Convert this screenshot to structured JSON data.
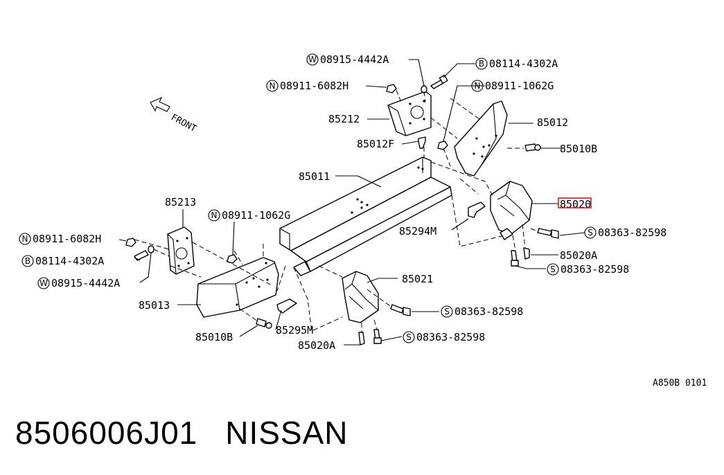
{
  "diagram": {
    "front_label": "FRONT",
    "reference_code": "A850B 0101",
    "highlight_color": "#e3141b",
    "callouts": [
      {
        "id": "w1",
        "prefix": "W",
        "text": "08915-4442A"
      },
      {
        "id": "b1",
        "prefix": "B",
        "text": "08114-4302A"
      },
      {
        "id": "n1",
        "prefix": "N",
        "text": "08911-6082H"
      },
      {
        "id": "n2",
        "prefix": "N",
        "text": "08911-1062G"
      },
      {
        "id": "p85212",
        "prefix": "",
        "text": "85212"
      },
      {
        "id": "p85012",
        "prefix": "",
        "text": "85012"
      },
      {
        "id": "p85012f",
        "prefix": "",
        "text": "85012F"
      },
      {
        "id": "p85010b_r",
        "prefix": "",
        "text": "85010B"
      },
      {
        "id": "p85011",
        "prefix": "",
        "text": "85011"
      },
      {
        "id": "p85020",
        "prefix": "",
        "text": "85020",
        "highlighted": true
      },
      {
        "id": "p85213",
        "prefix": "",
        "text": "85213"
      },
      {
        "id": "n3",
        "prefix": "N",
        "text": "08911-1062G"
      },
      {
        "id": "s1",
        "prefix": "S",
        "text": "08363-82598"
      },
      {
        "id": "p85294m",
        "prefix": "",
        "text": "85294M"
      },
      {
        "id": "n4",
        "prefix": "N",
        "text": "08911-6082H"
      },
      {
        "id": "p85020a_r",
        "prefix": "",
        "text": "85020A"
      },
      {
        "id": "b2",
        "prefix": "B",
        "text": "08114-4302A"
      },
      {
        "id": "s2",
        "prefix": "S",
        "text": "08363-82598"
      },
      {
        "id": "w2",
        "prefix": "W",
        "text": "08915-4442A"
      },
      {
        "id": "p85021",
        "prefix": "",
        "text": "85021"
      },
      {
        "id": "p85013",
        "prefix": "",
        "text": "85013"
      },
      {
        "id": "s3",
        "prefix": "S",
        "text": "08363-82598"
      },
      {
        "id": "p85295m",
        "prefix": "",
        "text": "85295M"
      },
      {
        "id": "p85010b_l",
        "prefix": "",
        "text": "85010B"
      },
      {
        "id": "s4",
        "prefix": "S",
        "text": "08363-82598"
      },
      {
        "id": "p85020a_l",
        "prefix": "",
        "text": "85020A"
      }
    ]
  },
  "footer": {
    "part_number": "8506006J01",
    "brand": "NISSAN"
  }
}
